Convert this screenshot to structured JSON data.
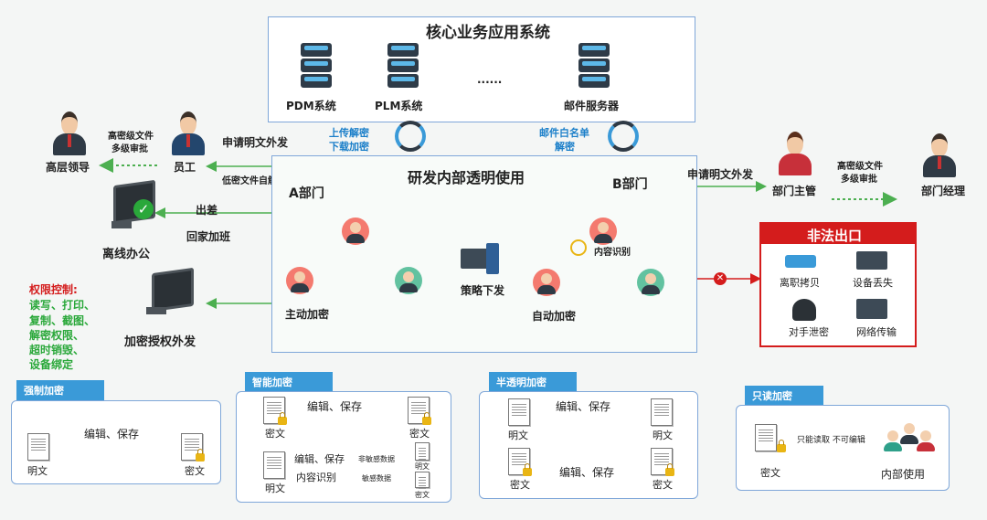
{
  "core": {
    "title": "核心业务应用系统",
    "server1": "PDM系统",
    "server2": "PLM系统",
    "dots": "......",
    "server3": "邮件服务器"
  },
  "sync": {
    "left_up": "上传解密",
    "left_down": "下载加密",
    "right_up": "邮件白名单",
    "right_down": "解密"
  },
  "left_people": {
    "senior": "高层领导",
    "employee": "员工",
    "approval_l1": "高密级文件",
    "approval_l2": "多级审批",
    "apply": "申请明文外发",
    "low_decrypt": "低密文件自解密"
  },
  "offline": {
    "label": "离线办公",
    "trip": "出差",
    "home": "回家加班"
  },
  "perm": {
    "title": "权限控制:",
    "l1": "读写、打印、",
    "l2": "复制、截图、",
    "l3": "解密权限、",
    "l4": "超时销毁、",
    "l5": "设备绑定"
  },
  "auth_send": "加密授权外发",
  "rd": {
    "title": "研发内部透明使用",
    "dept_a": "A部门",
    "dept_b": "B部门",
    "active_encrypt": "主动加密",
    "policy": "策略下发",
    "auto_encrypt": "自动加密",
    "content_id": "内容识别"
  },
  "right_people": {
    "apply": "申请明文外发",
    "supervisor": "部门主管",
    "approval_l1": "高密级文件",
    "approval_l2": "多级审批",
    "manager": "部门经理"
  },
  "illegal": {
    "title": "非法出口",
    "i1": "离职拷贝",
    "i2": "设备丢失",
    "i3": "对手泄密",
    "i4": "网络传输"
  },
  "modes": {
    "forced": {
      "tag": "强制加密",
      "action": "编辑、保存",
      "src": "明文",
      "dst": "密文"
    },
    "smart": {
      "tag": "智能加密",
      "action1": "编辑、保存",
      "src1": "密文",
      "dst1": "密文",
      "action2": "编辑、保存",
      "action2b": "内容识别",
      "src2": "明文",
      "sens_no": "非敏感数据",
      "sens_yes": "敏感数据",
      "out1": "明文",
      "out2": "密文"
    },
    "semi": {
      "tag": "半透明加密",
      "action1": "编辑、保存",
      "src1": "明文",
      "dst1": "明文",
      "action2": "编辑、保存",
      "src2": "密文",
      "dst2": "密文"
    },
    "readonly": {
      "tag": "只读加密",
      "action": "只能读取 不可编辑",
      "src": "密文",
      "dst": "内部使用"
    }
  },
  "colors": {
    "accent": "#3a9ad8",
    "green": "#2aa83a",
    "red": "#d41c1c"
  }
}
